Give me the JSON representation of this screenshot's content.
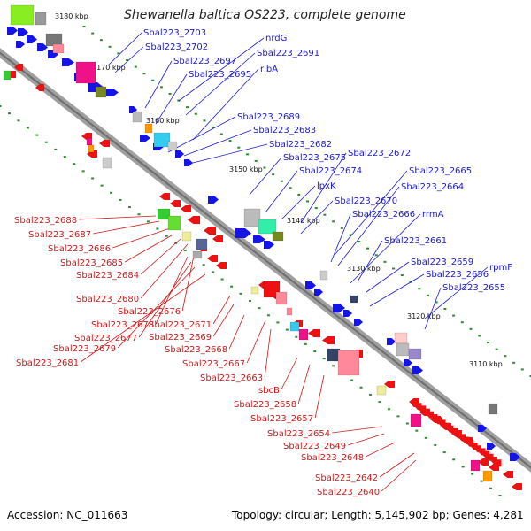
{
  "title": "Shewanella baltica OS223, complete genome",
  "footer": {
    "accession": "Accession: NC_011663",
    "summary": "Topology: circular; Length: 5,145,902 bp; Genes: 4,281"
  },
  "colors": {
    "forward_label": "#1a1acc",
    "reverse_label": "#cc1a1a",
    "backbone": "#8c8c8c",
    "tick": "#2e8b2e"
  },
  "ticks": [
    "3180 kbp",
    "3170 kbp",
    "3160 kbp",
    "3150 kbp",
    "3140 kbp",
    "3130 kbp",
    "3120 kbp",
    "3110 kbp"
  ],
  "forward_genes": [
    "Sbal223_2703",
    "Sbal223_2702",
    "nrdG",
    "Sbal223_2697",
    "Sbal223_2691",
    "Sbal223_2695",
    "ribA",
    "Sbal223_2689",
    "Sbal223_2683",
    "Sbal223_2682",
    "Sbal223_2675",
    "Sbal223_2672",
    "Sbal223_2674",
    "lpxK",
    "Sbal223_2665",
    "Sbal223_2664",
    "Sbal223_2670",
    "Sbal223_2666",
    "rrmA",
    "Sbal223_2661",
    "Sbal223_2659",
    "Sbal223_2656",
    "rpmF",
    "Sbal223_2655"
  ],
  "reverse_genes": [
    "Sbal223_2688",
    "Sbal223_2687",
    "Sbal223_2686",
    "Sbal223_2685",
    "Sbal223_2684",
    "Sbal223_2680",
    "Sbal223_2676",
    "Sbal223_2678",
    "Sbal223_2671",
    "Sbal223_2677",
    "Sbal223_2669",
    "Sbal223_2679",
    "Sbal223_2681",
    "Sbal223_2668",
    "Sbal223_2667",
    "Sbal223_2663",
    "sbcB",
    "Sbal223_2658",
    "Sbal223_2657",
    "Sbal223_2654",
    "Sbal223_2649",
    "Sbal223_2648",
    "Sbal223_2642",
    "Sbal223_2640"
  ]
}
